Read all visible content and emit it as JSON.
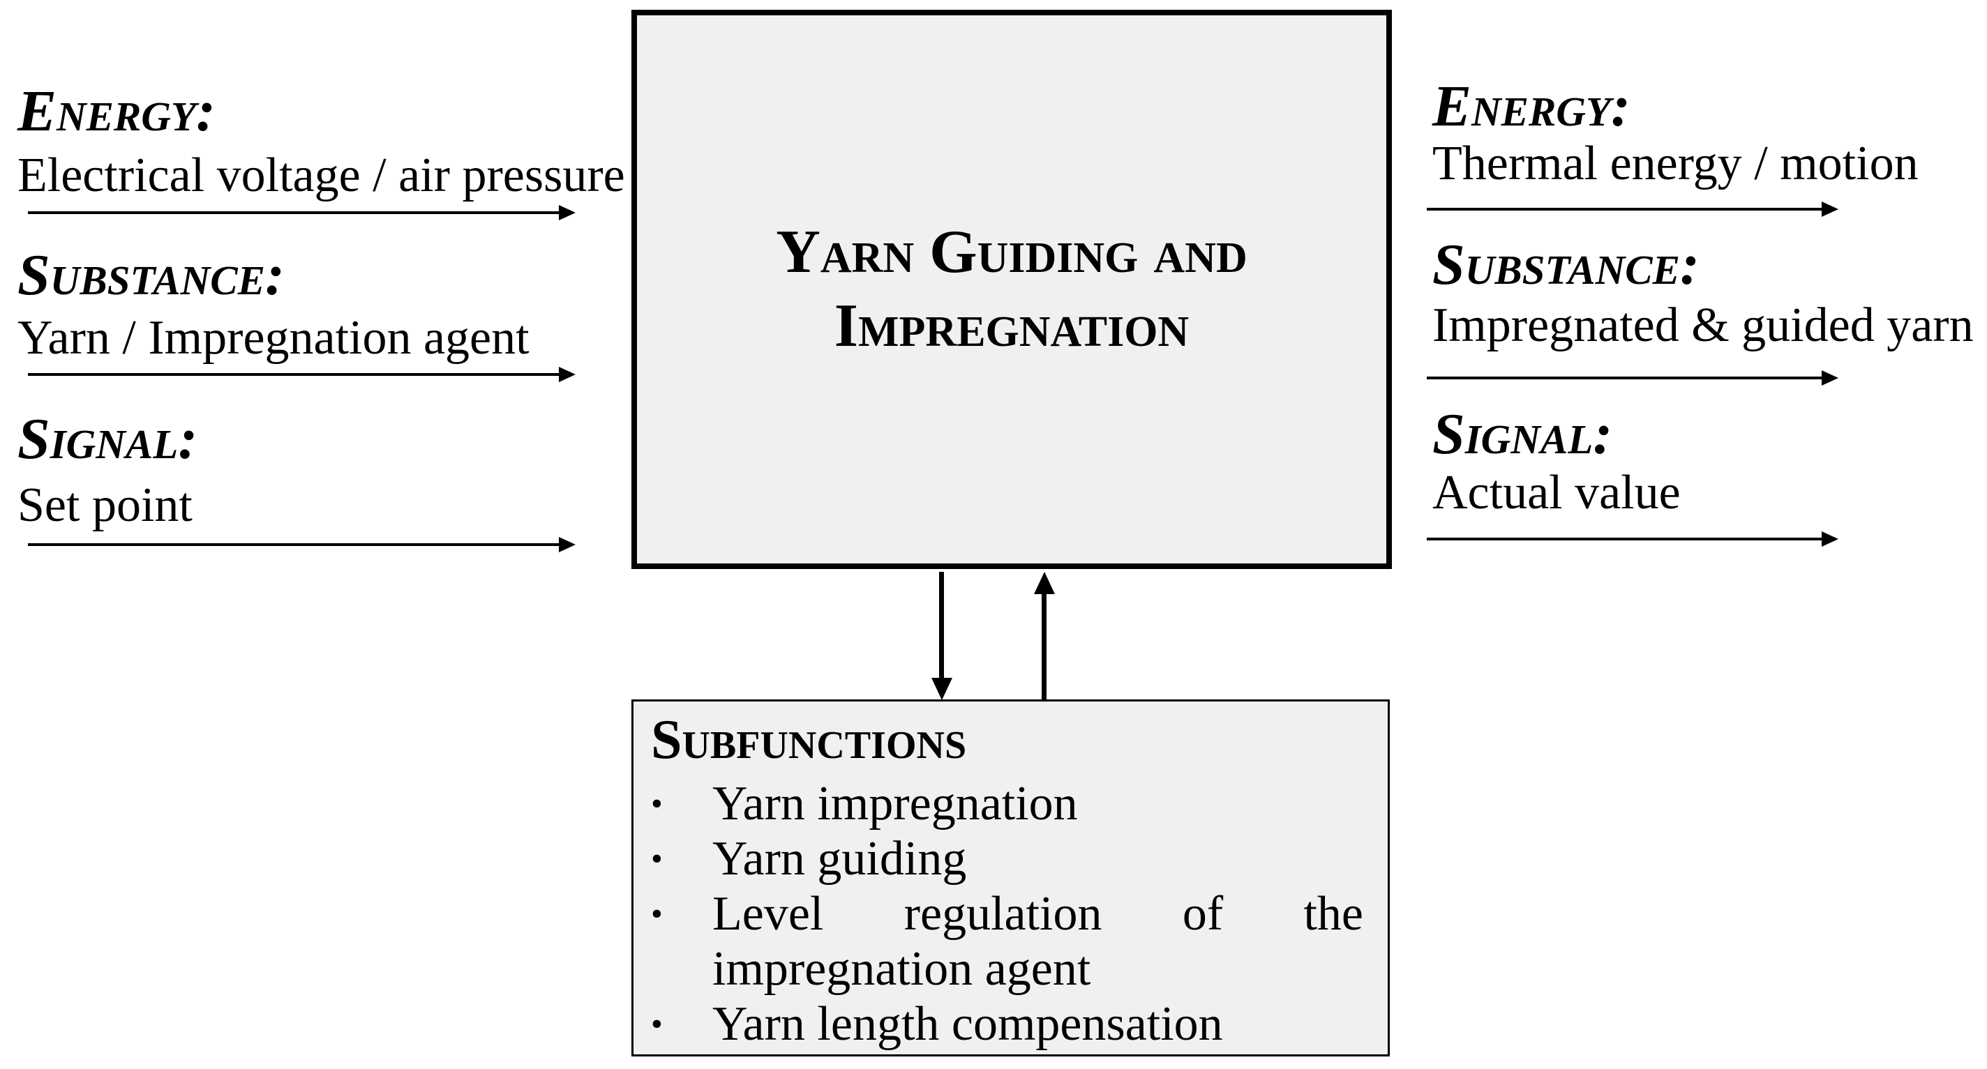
{
  "diagram": {
    "main_box": {
      "title_lines": [
        "Yarn Guiding and",
        "Impregnation"
      ]
    },
    "inputs": [
      {
        "label": "Energy:",
        "description": "Electrical voltage / air pressure"
      },
      {
        "label": "Substance:",
        "description": "Yarn / Impregnation agent"
      },
      {
        "label": "Signal:",
        "description": "Set point"
      }
    ],
    "outputs": [
      {
        "label": "Energy:",
        "description": "Thermal energy / motion"
      },
      {
        "label": "Substance:",
        "description": "Impregnated & guided yarn"
      },
      {
        "label": "Signal:",
        "description": "Actual value"
      }
    ],
    "subfunctions_box": {
      "heading": "Subfunctions",
      "bullet_char": "•",
      "items": [
        {
          "lines": [
            "Yarn impregnation",
            ""
          ]
        },
        {
          "lines": [
            "Yarn guiding",
            ""
          ]
        },
        {
          "lines": [
            "Level regulation of the",
            "impregnation agent"
          ]
        },
        {
          "lines": [
            "Yarn length compensation",
            ""
          ]
        }
      ]
    },
    "colors": {
      "background": "#ffffff",
      "box_fill": "#f0f0f0",
      "box_border": "#000000",
      "text": "#000000"
    }
  }
}
